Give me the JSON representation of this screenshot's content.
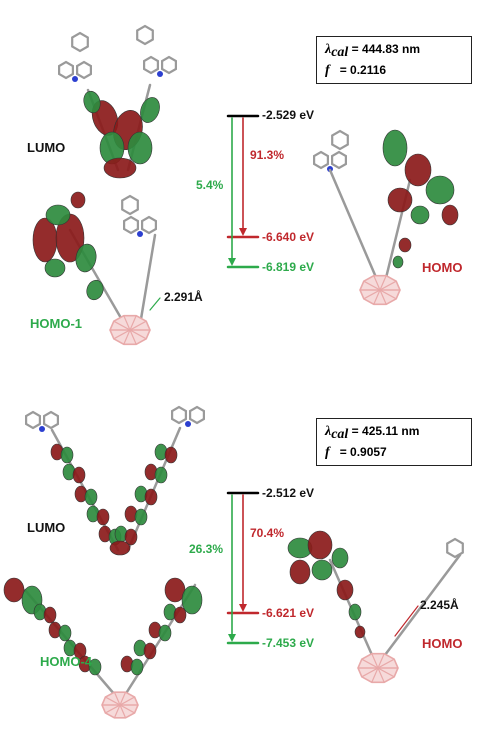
{
  "colors": {
    "lobe_red": "#8b1a1a",
    "lobe_green": "#2e8b3e",
    "lumo_level": "#000000",
    "transition_red": "#c0282d",
    "transition_green": "#2daa4b",
    "cage": "#e8a9a9",
    "bond": "#9a9a9a"
  },
  "panels": [
    {
      "info": {
        "lambda_value": "= 444.83 nm",
        "f_value": "= 0.2116"
      },
      "orbitals": {
        "lumo": "LUMO",
        "homo_minus": "HOMO-1",
        "homo": "HOMO"
      },
      "energies": {
        "lumo": "-2.529 eV",
        "homo": "-6.640 eV",
        "homo_minus": "-6.819 eV"
      },
      "contributions": {
        "green": "5.4%",
        "red": "91.3%"
      },
      "distance": "2.291Å"
    },
    {
      "info": {
        "lambda_value": "= 425.11 nm",
        "f_value": "= 0.9057"
      },
      "orbitals": {
        "lumo": "LUMO",
        "homo_minus": "HOMO-4",
        "homo": "HOMO"
      },
      "energies": {
        "lumo": "-2.512 eV",
        "homo": "-6.621 eV",
        "homo_minus": "-7.453 eV"
      },
      "contributions": {
        "green": "26.3%",
        "red": "70.4%"
      },
      "distance": "2.245Å"
    }
  ]
}
